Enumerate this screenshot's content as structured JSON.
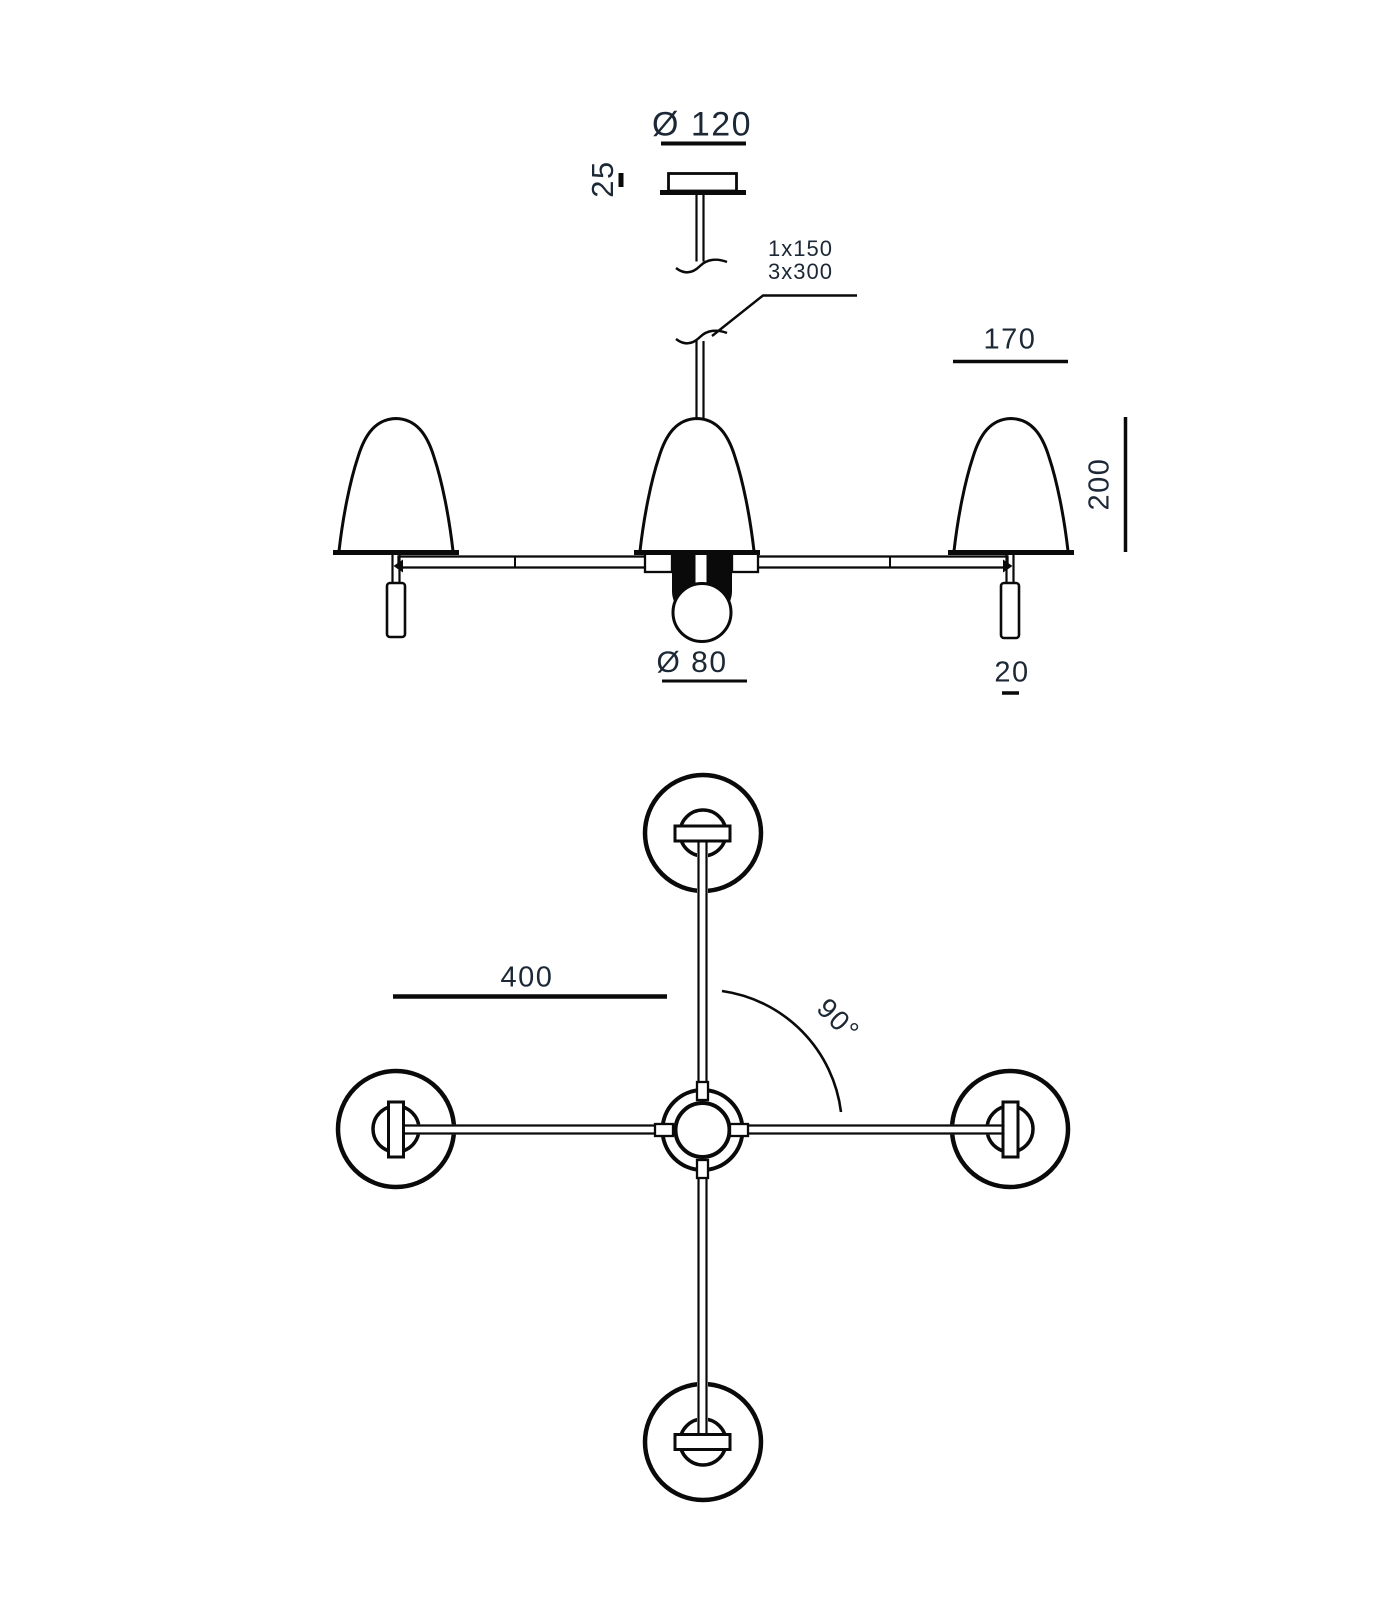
{
  "page": {
    "background": "#ffffff"
  },
  "colors": {
    "line": "#0a0a0a",
    "text": "#1c2836"
  },
  "side_view": {
    "canopy_diameter_label": "Ø 120",
    "canopy_height_label": "25",
    "suspension_length_option1": "1x150",
    "suspension_length_option2": "3x300",
    "shade_diameter_label": "170",
    "shade_height_label": "200",
    "bulb_diameter_label": "Ø 80",
    "stem_diameter_label": "20"
  },
  "plan_view": {
    "arm_length_label": "400",
    "arm_angle_label": "90°"
  }
}
